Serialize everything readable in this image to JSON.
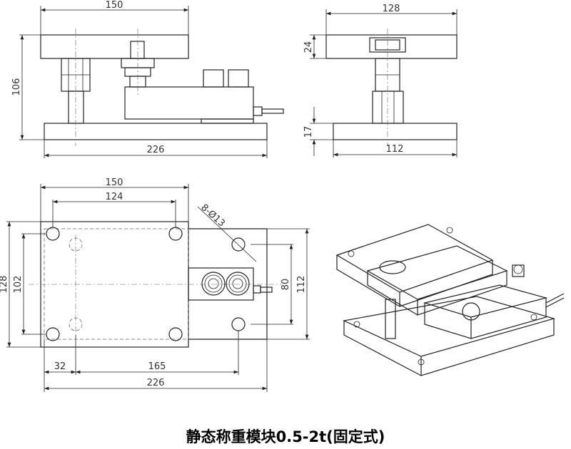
{
  "title": "静态称重模块0.5-2t(固定式)",
  "front_view": {
    "width_top": "150",
    "width_base": "226",
    "height": "106"
  },
  "side_view": {
    "width_top": "128",
    "width_base": "112",
    "top_thickness": "24",
    "base_thickness": "17"
  },
  "plan_view": {
    "top_width": "150",
    "top_hole_spacing": "124",
    "holes": "8-Ø13",
    "top_depth": "128",
    "top_hole_depth": "102",
    "base_hole_depth": "80",
    "base_depth": "112",
    "offset": "32",
    "hole_spacing": "165",
    "base_width": "226"
  }
}
